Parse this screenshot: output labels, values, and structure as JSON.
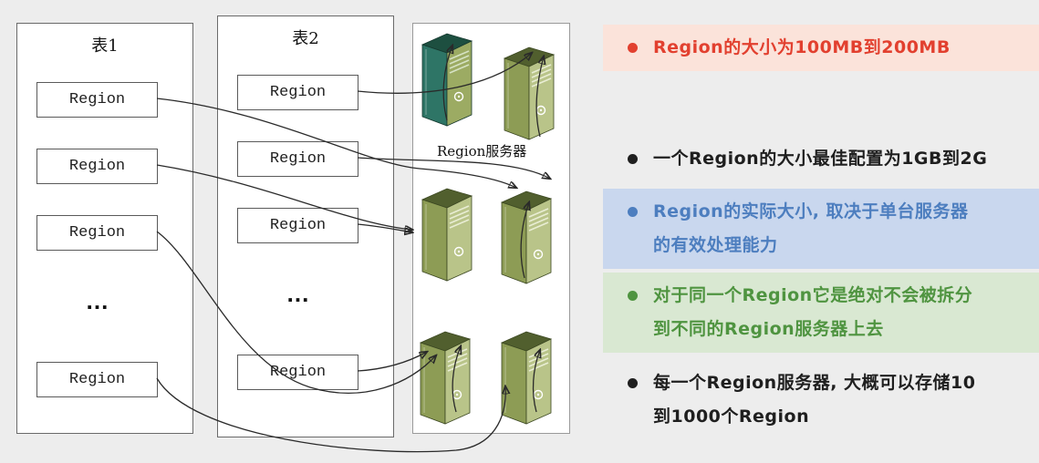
{
  "tables": [
    {
      "title": "表1",
      "rows": [
        "Region",
        "Region",
        "Region",
        "…",
        "Region"
      ]
    },
    {
      "title": "表2",
      "rows": [
        "Region",
        "Region",
        "Region",
        "…",
        "Region"
      ]
    }
  ],
  "servers": {
    "label": "Region服务器",
    "icon": "server-tower-icon",
    "count": 6
  },
  "notes": [
    {
      "lines": [
        "Region的大小为100MB到200MB"
      ],
      "text_color": "#e2402f",
      "bullet_color": "#e2402f",
      "bg": "#fbe3da"
    },
    {
      "lines": [
        "一个Region的大小最佳配置为1GB到2G"
      ],
      "text_color": "#1f1f1f",
      "bullet_color": "#1f1f1f",
      "bg": "transparent"
    },
    {
      "lines": [
        "Region的实际大小, 取决于单台服务器",
        "的有效处理能力"
      ],
      "text_color": "#4d7ebf",
      "bullet_color": "#4d7ebf",
      "bg": "#c9d7ee"
    },
    {
      "lines": [
        "对于同一个Region它是绝对不会被拆分",
        "到不同的Region服务器上去"
      ],
      "text_color": "#4f9440",
      "bullet_color": "#4f9440",
      "bg": "#d9e8d2"
    },
    {
      "lines": [
        "每一个Region服务器, 大概可以存储10",
        "到1000个Region"
      ],
      "text_color": "#1f1f1f",
      "bullet_color": "#1f1f1f",
      "bg": "transparent"
    }
  ]
}
